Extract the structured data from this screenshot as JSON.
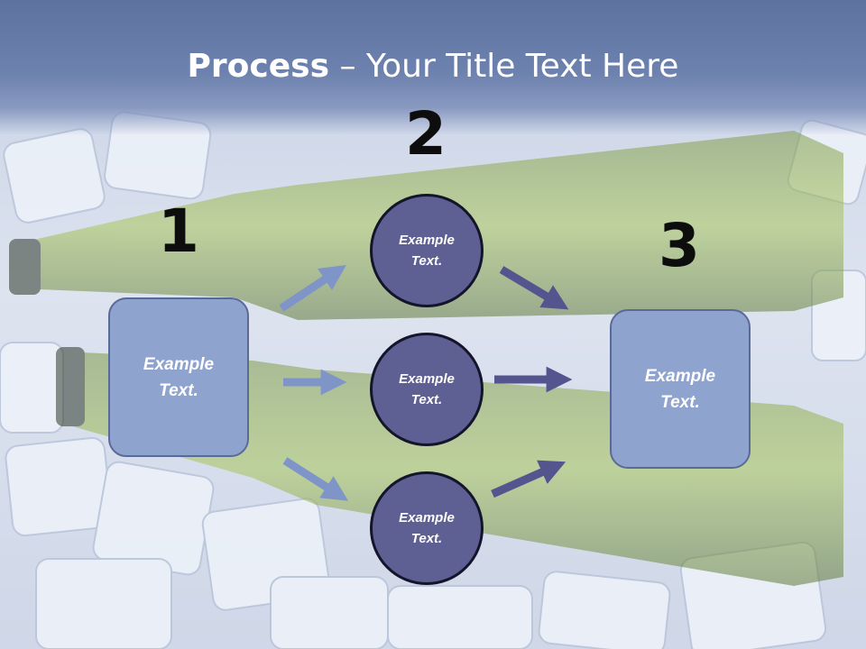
{
  "title": {
    "bold": "Process",
    "rest": " – Your Title Text Here"
  },
  "steps": {
    "one": "1",
    "two": "2",
    "three": "3"
  },
  "left_box": "Example Text.",
  "circles": {
    "top": "Example Text.",
    "middle": "Example Text.",
    "bottom": "Example Text."
  },
  "right_box": "Example Text.",
  "colors": {
    "title_band": "#6479a6",
    "box_fill": "#8fa3cf",
    "circle_fill": "#5e5f93",
    "arrow_light": "#7f95c8",
    "arrow_dark": "#54558f"
  }
}
